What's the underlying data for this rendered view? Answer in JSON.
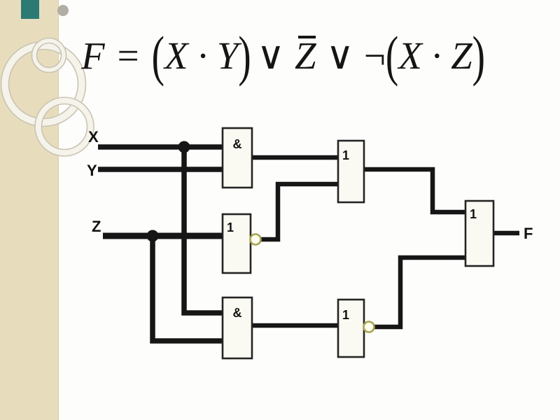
{
  "colors": {
    "strip": "#e7ddbd",
    "accent_square": "#2d7a74",
    "wire": "#161616",
    "gate_fill": "#fbfaf2",
    "bubble_ring": "#a8a34e"
  },
  "formula": {
    "lhs": "F",
    "equals": "=",
    "open_paren_1": "(",
    "term_xy": "X · Y",
    "close_paren_1": ")",
    "or_1": "∨",
    "z_negated": "Z",
    "or_2": "∨",
    "negation": "¬",
    "open_paren_2": "(",
    "term_xz": "X · Z",
    "close_paren_2": ")"
  },
  "circuit": {
    "inputs": {
      "x": "X",
      "y": "Y",
      "z": "Z"
    },
    "output": "F",
    "gates": {
      "and_top": "&",
      "not_middle": "1",
      "and_bottom": "&",
      "or_top": "1",
      "not_bottom": "1",
      "or_final": "1"
    }
  }
}
